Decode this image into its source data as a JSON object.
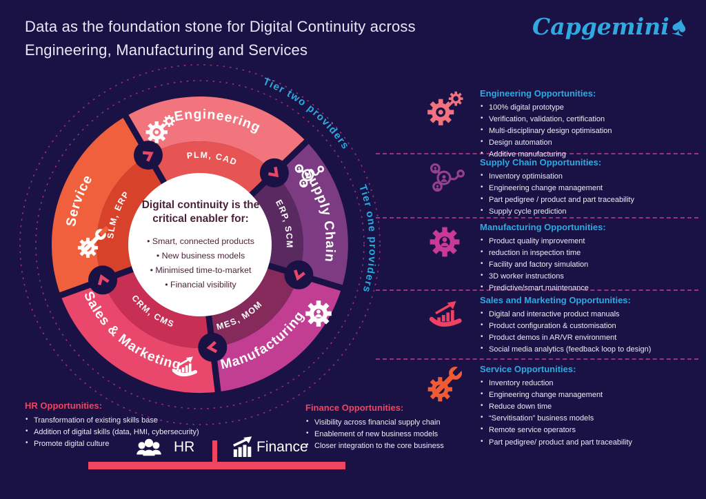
{
  "title": "Data as the foundation stone for Digital Continuity across Engineering, Manufacturing and Services",
  "logo": {
    "text": "Capgemini"
  },
  "wheel": {
    "tier_two": "Tier two providers",
    "tier_one": "Tier one providers",
    "segments": [
      {
        "label": "Engineering",
        "sub": "PLM, CAD"
      },
      {
        "label": "Supply Chain",
        "sub": "ERP, SCM"
      },
      {
        "label": "Manufacturing",
        "sub": "MES, MOM"
      },
      {
        "label": "Sales & Marketing",
        "sub": "CRM, CMS"
      },
      {
        "label": "Service",
        "sub": "SLM, ERP"
      }
    ],
    "center": {
      "heading": "Digital continuity is the critical enabler for:",
      "bullets": [
        "Smart, connected products",
        "New business models",
        "Minimised time-to-market",
        "Financial visibility"
      ]
    }
  },
  "opportunities": [
    {
      "title": "Engineering Opportunities:",
      "items": [
        "100% digital prototype",
        "Verification, validation, certification",
        "Multi-disciplinary design optimisation",
        "Design automation",
        "Additive manufacturing"
      ]
    },
    {
      "title": "Supply Chain Opportunities:",
      "items": [
        "Inventory optimisation",
        "Engineering change management",
        "Part pedigree / product and part traceability",
        "Supply cycle prediction"
      ]
    },
    {
      "title": "Manufacturing Opportunities:",
      "items": [
        "Product quality improvement",
        "reduction in inspection time",
        "Facility and factory simulation",
        "3D worker instructions",
        "Predictive/smart maintenance"
      ]
    },
    {
      "title": "Sales and Marketing Opportunities:",
      "items": [
        "Digital and interactive product manuals",
        "Product configuration & customisation",
        "Product demos in AR/VR environment",
        "Social media analytics (feedback loop to design)"
      ]
    },
    {
      "title": "Service Opportunities:",
      "items": [
        "Inventory reduction",
        "Engineering change management",
        "Reduce down time",
        "“Servitisation” business models",
        "Remote service operators",
        "Part pedigree/ product and part traceability"
      ]
    }
  ],
  "hr": {
    "title": "HR Opportunities:",
    "items": [
      "Transformation of existing skills base",
      "Addition of digital skills (data, HMI, cybersecurity)",
      "Promote digital culture"
    ]
  },
  "finance": {
    "title": "Finance Opportunities:",
    "items": [
      "Visibility across financial supply chain",
      "Enablement of new business models",
      "Closer integration to the core business"
    ]
  },
  "bottom": {
    "hr_label": "HR",
    "finance_label": "Finance"
  },
  "colors": {
    "background": "#1A1145",
    "cyan": "#29ACE3",
    "pink_heading": "#EF4560",
    "engineering": "#F2747D",
    "engineering_inner": "#E75454",
    "supply_chain": "#7C3B82",
    "supply_chain_inner": "#582A60",
    "manufacturing": "#C23E92",
    "manufacturing_inner": "#862A5B",
    "sales_marketing": "#EA476C",
    "sales_marketing_inner": "#C72F55",
    "service": "#F0603C",
    "service_inner": "#D8422B",
    "dashed_arc": "#B5358B",
    "chevron": "#E8476B",
    "logo_blue": "#2FA9E0"
  }
}
